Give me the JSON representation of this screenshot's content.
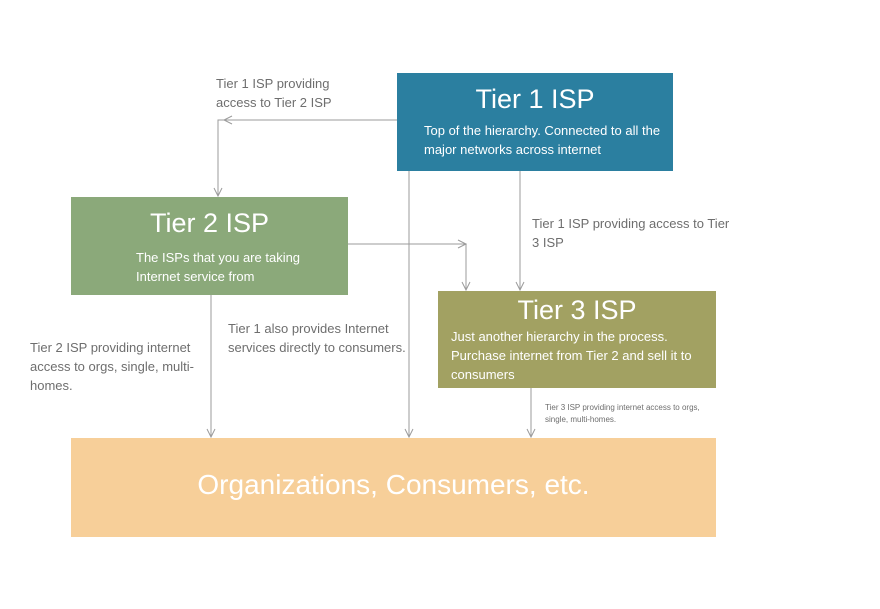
{
  "colors": {
    "tier1": "#2b7fa0",
    "tier2": "#8ba97a",
    "tier3": "#a2a162",
    "consumers": "#f7cf99",
    "connector": "#9b9b9b"
  },
  "boxes": {
    "tier1": {
      "title": "Tier 1 ISP",
      "description": "Top of the hierarchy. Connected to all the major networks across internet"
    },
    "tier2": {
      "title": "Tier 2 ISP",
      "description": "The ISPs that you are taking Internet service from"
    },
    "tier3": {
      "title": "Tier 3 ISP",
      "description": "Just another hierarchy in the process. Purchase internet from Tier 2 and sell it to consumers"
    },
    "consumers": {
      "title": "Organizations, Consumers, etc."
    }
  },
  "annotations": {
    "tier1_to_tier2": "Tier 1 ISP providing access to Tier 2 ISP",
    "tier1_to_tier3": "Tier 1 ISP providing access to Tier 3 ISP",
    "tier1_direct": "Tier 1 also provides Internet services directly to consumers.",
    "tier2_to_consumers": "Tier 2 ISP providing internet access to orgs, single, multi-homes.",
    "tier3_to_consumers": "Tier 3 ISP providing internet access to orgs, single, multi-homes."
  },
  "edges": [
    {
      "from": "tier1",
      "to": "tier2"
    },
    {
      "from": "tier1",
      "to": "tier3"
    },
    {
      "from": "tier1",
      "to": "consumers"
    },
    {
      "from": "tier2",
      "to": "tier3"
    },
    {
      "from": "tier2",
      "to": "consumers"
    },
    {
      "from": "tier3",
      "to": "consumers"
    }
  ]
}
